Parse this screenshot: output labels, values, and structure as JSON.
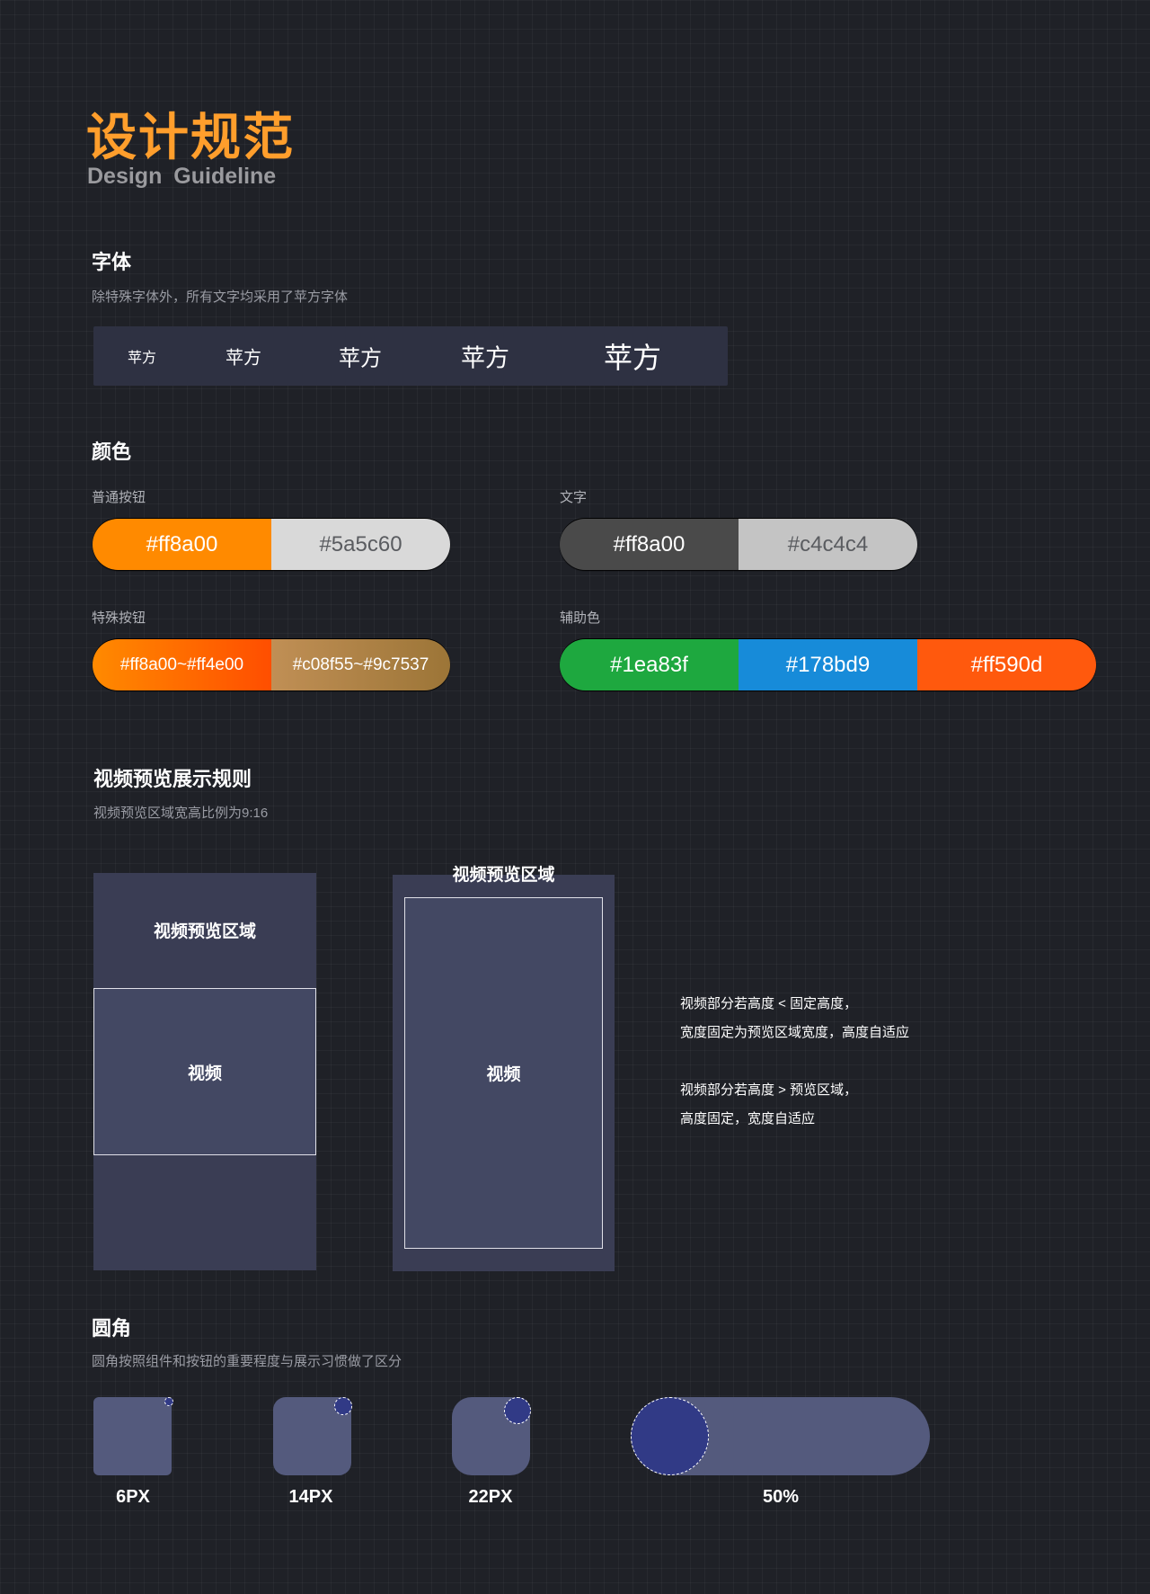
{
  "header": {
    "title": "设计规范",
    "subtitle": "Design  Guideline"
  },
  "font_section": {
    "heading": "字体",
    "description": "除特殊字体外，所有文字均采用了苹方字体",
    "samples": [
      "苹方",
      "苹方",
      "苹方",
      "苹方",
      "苹方"
    ]
  },
  "color_section": {
    "heading": "颜色",
    "normal_button": {
      "label": "普通按钮",
      "swatches": [
        {
          "text": "#ff8a00",
          "color": "#ff8a00"
        },
        {
          "text": "#5a5c60",
          "color": "#d9d9d9"
        }
      ]
    },
    "text": {
      "label": "文字",
      "swatches": [
        {
          "text": "#ff8a00",
          "color": "#4a4a4a"
        },
        {
          "text": "#c4c4c4",
          "color": "#c4c4c4"
        }
      ]
    },
    "special_button": {
      "label": "特殊按钮",
      "swatches": [
        {
          "text": "#ff8a00~#ff4e00",
          "color": "#ff8a00"
        },
        {
          "text": "#c08f55~#9c7537",
          "color": "#c08f55"
        }
      ]
    },
    "auxiliary": {
      "label": "辅助色",
      "swatches": [
        {
          "text": "#1ea83f",
          "color": "#1ea83f"
        },
        {
          "text": "#178bd9",
          "color": "#178bd9"
        },
        {
          "text": "#ff590d",
          "color": "#ff590d"
        }
      ]
    }
  },
  "video_section": {
    "heading": "视频预览展示规则",
    "description": "视频预览区域宽高比例为9:16",
    "preview_area_label": "视频预览区域",
    "video_label": "视频",
    "notes": [
      "视频部分若高度 < 固定高度，",
      "宽度固定为预览区域宽度，高度自适应",
      "视频部分若高度 > 预览区域，",
      "高度固定，宽度自适应"
    ]
  },
  "radius_section": {
    "heading": "圆角",
    "description": "圆角按照组件和按钮的重要程度与展示习惯做了区分",
    "items": [
      "6PX",
      "14PX",
      "22PX",
      "50%"
    ]
  }
}
